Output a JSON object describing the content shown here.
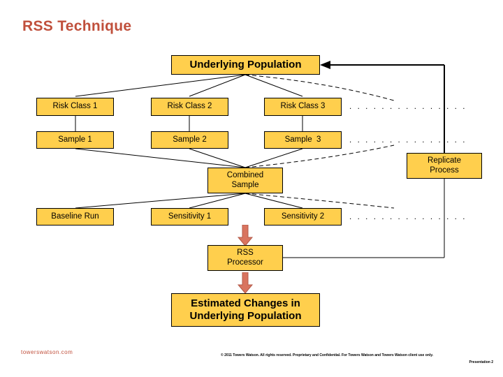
{
  "slide": {
    "title": "RSS Technique",
    "title_color": "#c0503c",
    "box_fill": "#ffcf4d",
    "box_border": "#000000",
    "arrow_color": "#d9745f"
  },
  "nodes": {
    "underlying_population": "Underlying Population",
    "risk_class_1": "Risk Class 1",
    "risk_class_2": "Risk Class 2",
    "risk_class_3": "Risk Class 3",
    "sample_1": "Sample 1",
    "sample_2": "Sample 2",
    "sample_3": "Sample  3",
    "combined_sample": "Combined\nSample",
    "replicate_process": "Replicate\nProcess",
    "baseline_run": "Baseline Run",
    "sensitivity_1": "Sensitivity 1",
    "sensitivity_2": "Sensitivity 2",
    "rss_processor": "RSS\nProcessor",
    "estimated_changes": "Estimated Changes in\nUnderlying Population"
  },
  "ellipses": {
    "risk_class_more": ". . . . . . . . . . . . . . .",
    "sample_more": ". . . . . . . . . . . . . . .",
    "sensitivity_more": ". . . . . . . . . . . . . . ."
  },
  "footer": {
    "url": "towerswatson.com",
    "copyright": "© 2011 Towers Watson. All rights reserved. Proprietary and Confidential. For Towers Watson and Towers Watson client use only.",
    "page_note": "Presentation 2"
  }
}
